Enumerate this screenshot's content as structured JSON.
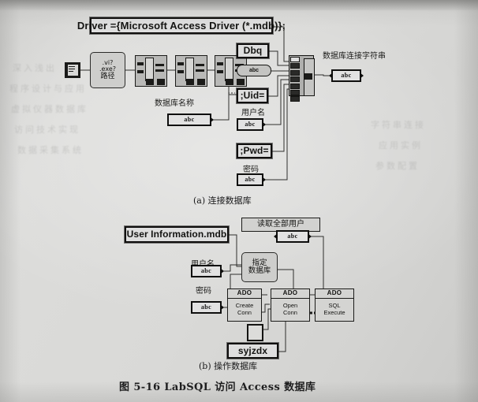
{
  "page": {
    "background_color": "#d9d9d7",
    "ink_color": "#141412",
    "caption": "图 5-16   LabSQL 访问 Access 数据库",
    "subcaption_a": "(a) 连接数据库",
    "subcaption_b": "(b) 操作数据库"
  },
  "diagram_a": {
    "title": "(a) 连接数据库",
    "driver_string": "Driver ={Microsoft Access Driver (*.mdb)};",
    "nodes": {
      "path_constant_label": "path-constant",
      "vi_exe_path": ".vi?\n.exe?\n路径",
      "vi_exe_line1": ".vi?",
      "vi_exe_line2": ".exe?",
      "vi_exe_line3": "路径",
      "strip_path_1": "strip-path",
      "strip_path_2": "strip-path",
      "strip_path_3": "strip-path",
      "concat_strings": "concatenate-strings"
    },
    "constants": {
      "dbq": "Dbq",
      "uid": ";Uid=",
      "pwd": ";Pwd="
    },
    "controls": [
      {
        "label": "数据库名称",
        "value": "abc"
      },
      {
        "label": "用户名",
        "value": "abc"
      },
      {
        "label": "密码",
        "value": "abc"
      }
    ],
    "path_to_string": "abc",
    "indicator": {
      "label": "数据库连接字符串",
      "value": "abc"
    }
  },
  "diagram_b": {
    "title": "(b) 操作数据库",
    "db_file_constant": "User Information.mdb",
    "read_all_users_label": "读取全部用户",
    "read_all_users_value": "abc",
    "controls": [
      {
        "label": "用户名",
        "value": "abc"
      },
      {
        "label": "密码",
        "value": "abc"
      }
    ],
    "subvi": {
      "line1": "指定",
      "line2": "数据库"
    },
    "sql_constant": "syjzdx",
    "ado_nodes": [
      {
        "header": "ADO",
        "line1": "Create",
        "line2": "Conn"
      },
      {
        "header": "ADO",
        "line1": "Open",
        "line2": "Conn"
      },
      {
        "header": "ADO",
        "line1": "SQL",
        "line2": "Execute"
      }
    ]
  },
  "ghost_text": {
    "l1": "深入浅出",
    "l2": "程序设计与应用",
    "l3": "虚拟仪器数据库",
    "l4": "访问技术实现",
    "l5": "数据采集系统",
    "r1": "字符串连接",
    "r2": "应用实例",
    "r3": "参数配置"
  }
}
